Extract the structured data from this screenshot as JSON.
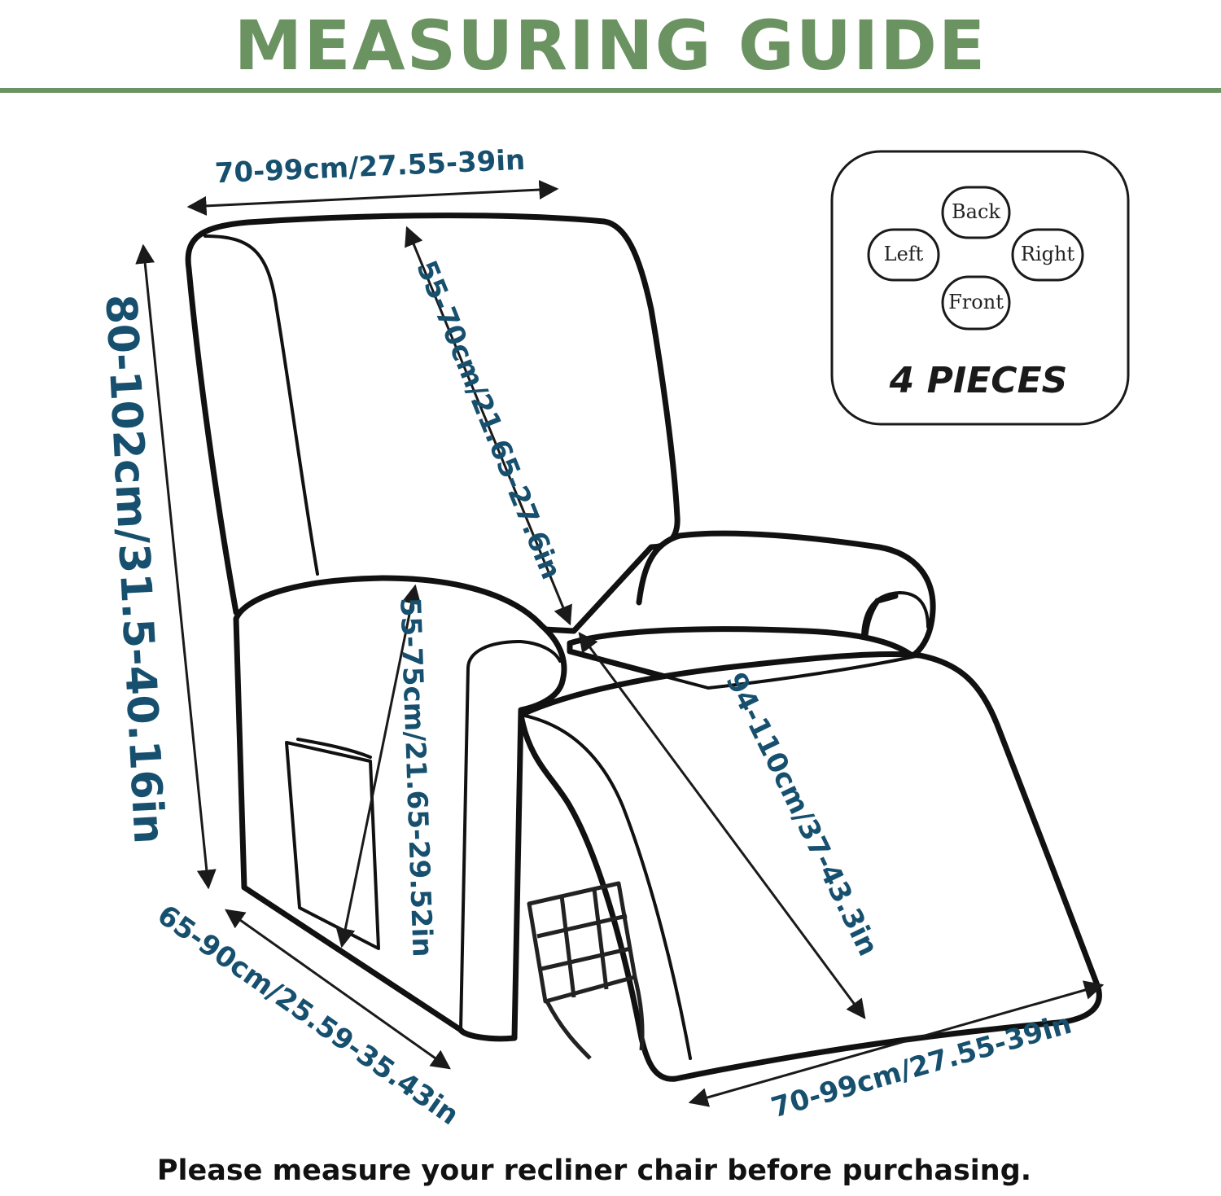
{
  "title": "MEASURING GUIDE",
  "colors": {
    "title_green": "#6a9361",
    "dimension_blue": "#16506e",
    "outline": "#111111"
  },
  "dimensions": {
    "back_width": "70-99cm/27.55-39in",
    "back_height": "55-70cm/21.65-27.6in",
    "total_height": "80-102cm/31.5-40.16in",
    "armrest_height": "55-75cm/21.65-29.52in",
    "seat_length": "94-110cm/37-43.3in",
    "side_depth": "65-90cm/25.59-35.43in",
    "front_width": "70-99cm/27.55-39in"
  },
  "pieces": {
    "items": [
      "Back",
      "Left",
      "Right",
      "Front"
    ],
    "title": "4 PIECES"
  },
  "footer": "Please measure your recliner chair before purchasing."
}
